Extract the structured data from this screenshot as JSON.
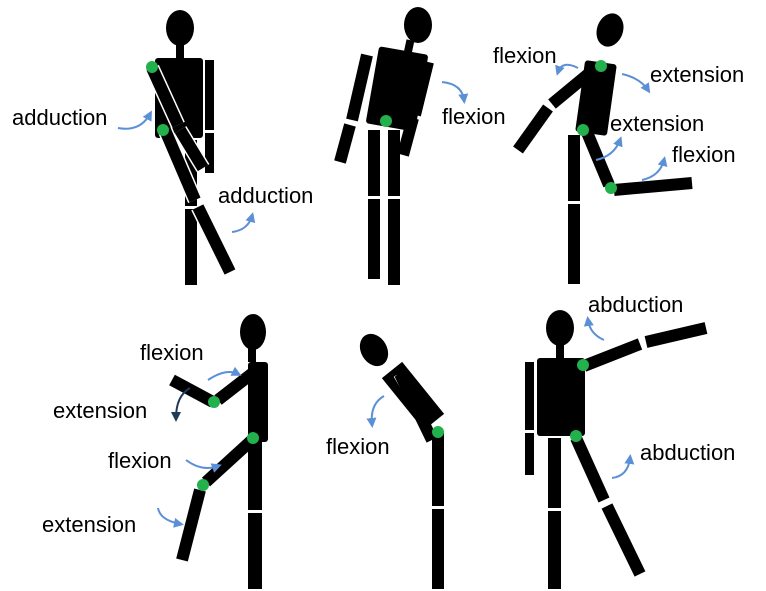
{
  "colors": {
    "figure": "#000000",
    "joint": "#22b14c",
    "arrow_light": "#5b8fd6",
    "arrow_dark": "#1f3b5a",
    "background": "#ffffff"
  },
  "panels": [
    {
      "id": "hip-shoulder-adduction",
      "labels": [
        "adduction",
        "adduction"
      ]
    },
    {
      "id": "hip-flexion",
      "labels": [
        "flexion"
      ]
    },
    {
      "id": "shoulder-hip-flexion-extension",
      "labels": [
        "flexion",
        "extension",
        "extension",
        "flexion"
      ]
    },
    {
      "id": "elbow-knee-flexion-extension",
      "labels": [
        "flexion",
        "extension",
        "flexion",
        "extension"
      ]
    },
    {
      "id": "trunk-flexion",
      "labels": [
        "flexion"
      ]
    },
    {
      "id": "shoulder-hip-abduction",
      "labels": [
        "abduction",
        "abduction"
      ]
    }
  ]
}
